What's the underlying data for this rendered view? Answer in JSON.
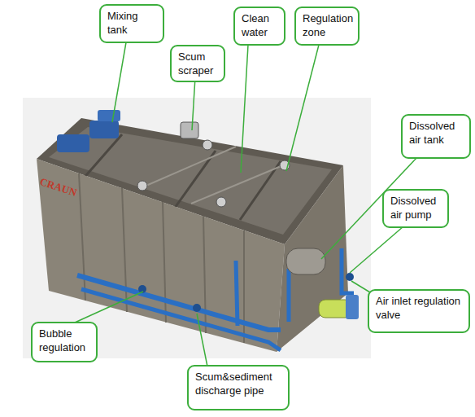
{
  "diagram": {
    "nodes": [
      {
        "text": [
          "Mixing tank"
        ]
      },
      {
        "text": [
          "Scum scraper"
        ]
      },
      {
        "text": [
          "Clean water"
        ]
      },
      {
        "text": [
          "Regulation zone"
        ]
      },
      {
        "text": [
          "Dissolved air tank"
        ]
      },
      {
        "text": [
          "Dissolved air pump"
        ]
      },
      {
        "text": [
          "Air inlet regulation valve"
        ]
      },
      {
        "text": [
          "Bubble regulation"
        ]
      },
      {
        "text": [
          "Scum&sediment discharge pipe"
        ]
      }
    ],
    "labels": [
      "CRAUN"
    ]
  }
}
